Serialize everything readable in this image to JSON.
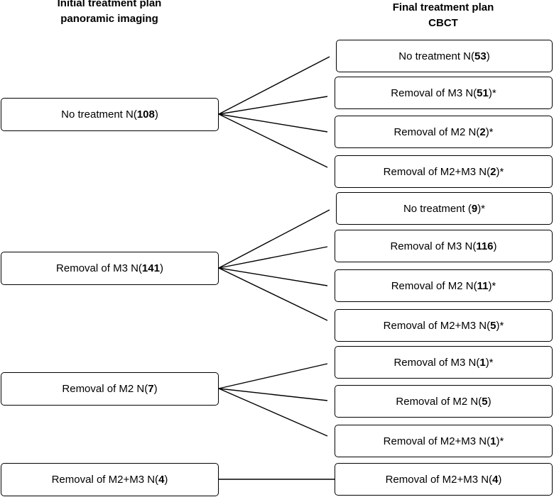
{
  "headers": {
    "initial_line1": "Initial treatment plan",
    "initial_line2": "panoramic imaging",
    "final_line1": "Final treatment plan",
    "final_line2": "CBCT"
  },
  "initial": [
    {
      "label": "No treatment N(",
      "count": "108",
      "suffix": ")"
    },
    {
      "label": "Removal of M3 N(",
      "count": "141",
      "suffix": ")"
    },
    {
      "label": "Removal of M2 N(",
      "count": "7",
      "suffix": ")"
    },
    {
      "label": "Removal of M2+M3 N(",
      "count": "4",
      "suffix": ")"
    }
  ],
  "final": [
    {
      "label": "No treatment N(",
      "count": "53",
      "suffix": ")"
    },
    {
      "label": "Removal of M3 N(",
      "count": "51",
      "suffix": ")*"
    },
    {
      "label": "Removal of M2 N(",
      "count": "2",
      "suffix": ")*"
    },
    {
      "label": "Removal of M2+M3 N(",
      "count": "2",
      "suffix": ")*"
    },
    {
      "label": "No treatment (",
      "count": "9",
      "suffix": ")*"
    },
    {
      "label": "Removal of M3 N(",
      "count": "116",
      "suffix": ")"
    },
    {
      "label": "Removal of M2 N(",
      "count": "11",
      "suffix": ")*"
    },
    {
      "label": "Removal of M2+M3 N(",
      "count": "5",
      "suffix": ")*"
    },
    {
      "label": "Removal of M3 N(",
      "count": "1",
      "suffix": ")*"
    },
    {
      "label": "Removal of M2 N(",
      "count": "5",
      "suffix": ")"
    },
    {
      "label": "Removal of M2+M3 N(",
      "count": "1",
      "suffix": ")*"
    },
    {
      "label": "Removal of M2+M3 N(",
      "count": "4",
      "suffix": ")"
    }
  ]
}
